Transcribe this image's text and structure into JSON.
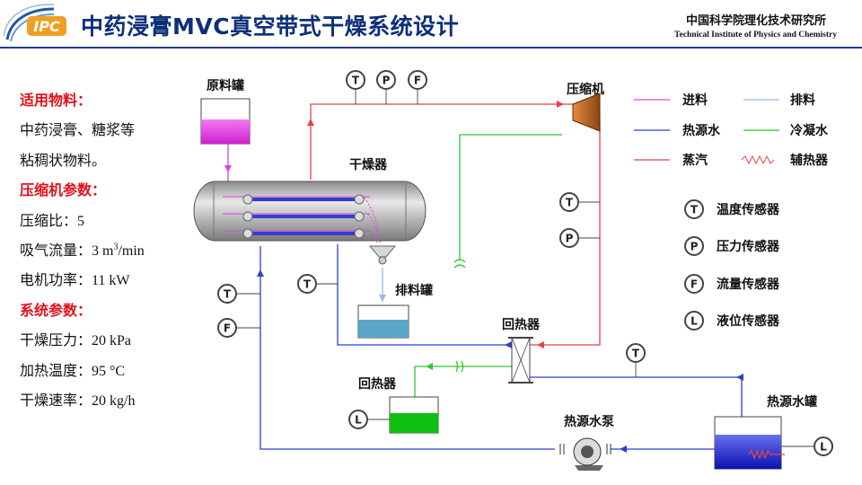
{
  "header": {
    "logo_text": "IPC",
    "title": "中药浸膏MVC真空带式干燥系统设计",
    "institute_cn": "中国科学院理化技术研究所",
    "institute_en": "Technical Institute of Physics and Chemistry"
  },
  "sidebar": {
    "material_header": "适用物料：",
    "material_line1": "中药浸膏、糖浆等",
    "material_line2": "粘稠状物料。",
    "compressor_header": "压缩机参数：",
    "ratio_label": "压缩比：",
    "ratio_value": "5",
    "intake_label": "吸气流量：",
    "intake_value_prefix": "3 m",
    "intake_value_sup": "3",
    "intake_value_suffix": "/min",
    "motor_label": "电机功率：",
    "motor_value": "11 kW",
    "system_header": "系统参数：",
    "pressure_label": "干燥压力：",
    "pressure_value": "20 kPa",
    "temp_label": "加热温度：",
    "temp_value": "95 °C",
    "rate_label": "干燥速率：",
    "rate_value": "20 kg/h"
  },
  "diagram": {
    "raw_tank": "原料罐",
    "dryer": "干燥器",
    "discharge_tank": "排料罐",
    "compressor": "压缩机",
    "recuperator_main": "回热器",
    "recuperator_small": "回热器",
    "heat_pump": "热源水泵",
    "heat_tank": "热源水罐",
    "sensor_t": "T",
    "sensor_p": "P",
    "sensor_f": "F",
    "sensor_l": "L"
  },
  "legend": {
    "feed": "进料",
    "discharge": "排料",
    "heat_water": "热源水",
    "cooling_water": "冷凝水",
    "steam": "蒸汽",
    "aux_heat": "辅热器",
    "temp_sensor": "温度传感器",
    "pressure_sensor": "压力传感器",
    "flow_sensor": "流量传感器",
    "level_sensor": "液位传感器"
  },
  "colors": {
    "feed": "#e040e0",
    "discharge": "#9ab8e8",
    "heat_water": "#2f3fd0",
    "cooling_water": "#2ec82e",
    "steam": "#e8404a",
    "aux_heat": "#e84848",
    "title": "#0d2f7a",
    "accent_red": "#e0111b"
  }
}
